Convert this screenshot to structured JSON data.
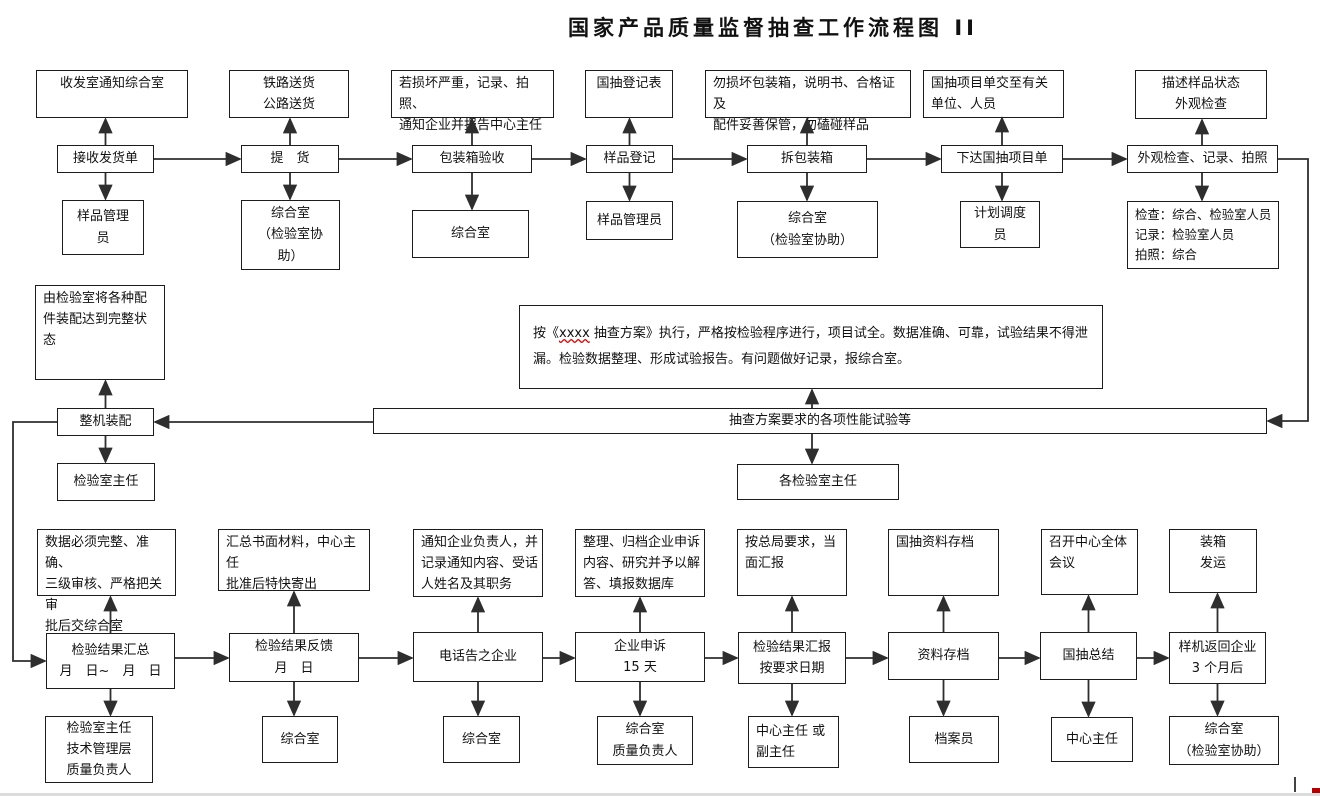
{
  "title": "国家产品质量监督抽查工作流程图 II",
  "plan_note": {
    "prefix": "按《",
    "plan_name": "xxxx",
    "suffix": " 抽查方案》执行，严格按检验程序进行，项目试全。数据准确、可靠，试验结果不得泄漏。检验数据整理、形成试验报告。有问题做好记录，报综合室。"
  },
  "nodes": {
    "t1_top": "收发室通知综合室",
    "t1_mid": "接收发货单",
    "t1_bot": "样品管理\n员",
    "t2_top": "铁路送货\n公路送货",
    "t2_mid": "提　货",
    "t2_bot": "综合室\n（检验室协\n助）",
    "t3_top": "若损坏严重，记录、拍照、\n通知企业并报告中心主任",
    "t3_mid": "包装箱验收",
    "t3_bot": "综合室",
    "t4_top": "国抽登记表",
    "t4_mid": "样品登记",
    "t4_bot": "样品管理员",
    "t5_top": "勿损坏包装箱，说明书、合格证及\n配件妥善保管，勿磕碰样品",
    "t5_mid": "拆包装箱",
    "t5_bot": "综合室\n（检验室协助）",
    "t6_top": "国抽项目单交至有关\n单位、人员",
    "t6_mid": "下达国抽项目单",
    "t6_bot": "计划调度\n员",
    "t7_top": "描述样品状态\n外观检查",
    "t7_mid": "外观检查、记录、拍照",
    "t7_bot": "检查：综合、检验室人员\n记录：检验室人员\n拍照：综合",
    "assemble_note": "由检验室将各种配\n件装配达到完整状\n态",
    "assemble": "整机装配",
    "test_bar": "抽查方案要求的各项性能试验等",
    "lab_director": "检验室主任",
    "each_lab_director": "各检验室主任",
    "b1_top": "数据必须完整、准确、\n三级审核、严格把关审\n批后交综合室",
    "b1_mid": "检验结果汇总\n月　日~　月　日",
    "b1_bot": "检验室主任\n技术管理层\n质量负责人",
    "b2_top": "汇总书面材料，中心主任\n批准后特快寄出",
    "b2_mid": "检验结果反馈\n月　日",
    "b2_bot": "综合室",
    "b3_top": "通知企业负责人，并\n记录通知内容、受话\n人姓名及其职务",
    "b3_mid": "电话告之企业",
    "b3_bot": "综合室",
    "b4_top": "整理、归档企业申诉\n内容、研究并予以解\n答、填报数据库",
    "b4_mid": "企业申诉\n15 天",
    "b4_bot": "综合室\n质量负责人",
    "b5_top": "按总局要求，当\n面汇报",
    "b5_mid": "检验结果汇报\n按要求日期",
    "b5_bot": "中心主任 或\n副主任",
    "b6_top": "国抽资料存档",
    "b6_mid": "资料存档",
    "b6_bot": "档案员",
    "b7_top": "召开中心全体\n会议",
    "b7_mid": "国抽总结",
    "b7_bot": "中心主任",
    "b8_top": "装箱\n发运",
    "b8_mid": "样机返回企业\n3 个月后",
    "b8_bot": "综合室\n（检验室协助）"
  }
}
